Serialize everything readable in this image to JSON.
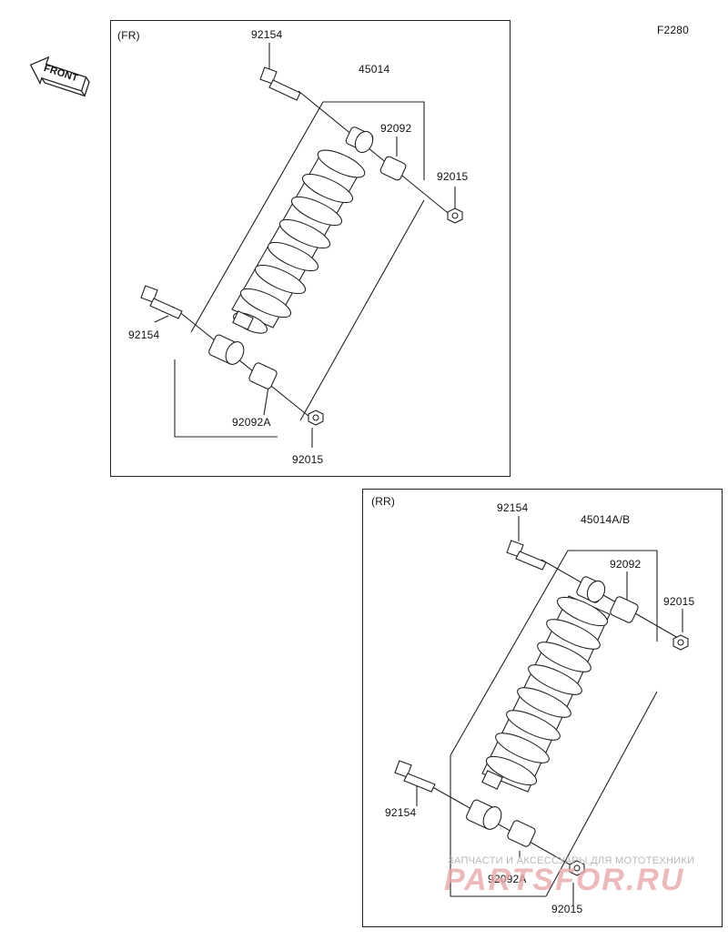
{
  "diagram_code": "F2280",
  "front_label": "FRONT",
  "front_panel": {
    "section": "(FR)",
    "labels": {
      "bolt_top": "92154",
      "shock_assy": "45014",
      "bushing_top": "92092",
      "nut_top": "92015",
      "bolt_bottom": "92154",
      "bushing_bottom": "92092A",
      "nut_bottom": "92015"
    }
  },
  "rear_panel": {
    "section": "(RR)",
    "labels": {
      "bolt_top": "92154",
      "shock_assy": "45014A/B",
      "bushing_top": "92092",
      "nut_top": "92015",
      "bolt_bottom": "92154",
      "bushing_bottom": "92092A",
      "nut_bottom": "92015"
    }
  },
  "watermark": {
    "line1": "ЗАПЧАСТИ И АКСЕССУАРЫ ДЛЯ МОТОТЕХНИКИ",
    "line2": "PARTSFOR.RU"
  }
}
